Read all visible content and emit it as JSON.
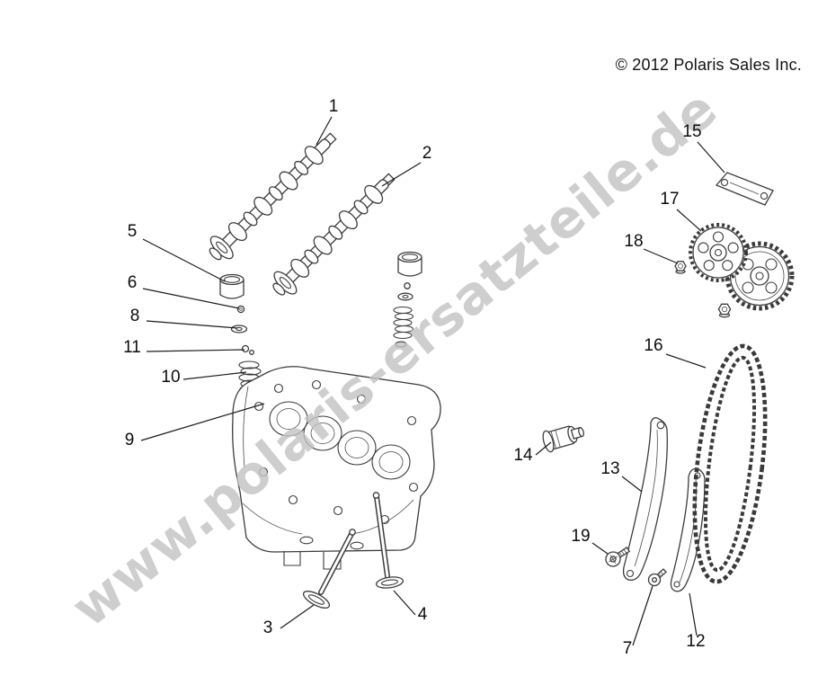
{
  "copyright": "© 2012 Polaris Sales Inc.",
  "watermark": "www.polaris-ersatzteile.de",
  "accent_colors": {
    "line": "#3c3c3c",
    "watermark": "#c3c3c3"
  },
  "callouts": [
    {
      "label": "1"
    },
    {
      "label": "2"
    },
    {
      "label": "3"
    },
    {
      "label": "4"
    },
    {
      "label": "5"
    },
    {
      "label": "6"
    },
    {
      "label": "7"
    },
    {
      "label": "8"
    },
    {
      "label": "9"
    },
    {
      "label": "10"
    },
    {
      "label": "11"
    },
    {
      "label": "12"
    },
    {
      "label": "13"
    },
    {
      "label": "14"
    },
    {
      "label": "15"
    },
    {
      "label": "16"
    },
    {
      "label": "17"
    },
    {
      "label": "18"
    },
    {
      "label": "19"
    }
  ]
}
